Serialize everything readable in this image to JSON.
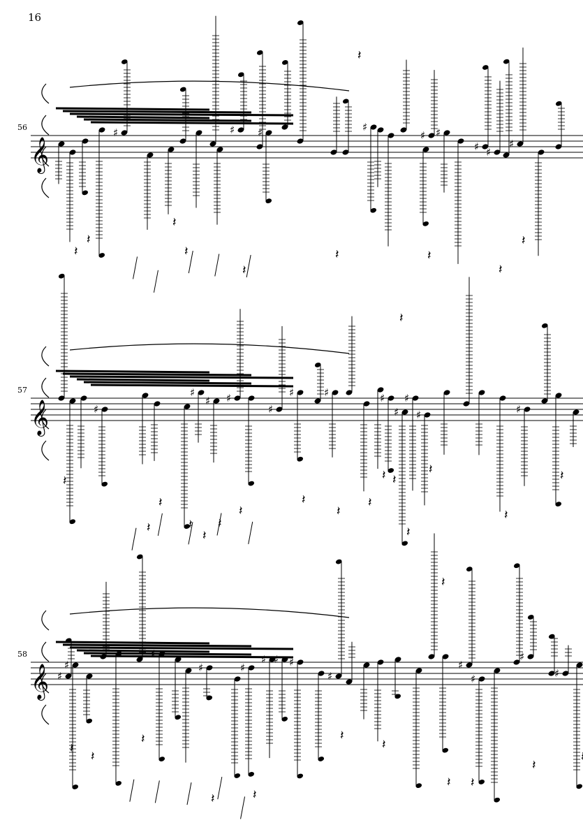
{
  "page": {
    "number": "16"
  },
  "systems": [
    {
      "measure": "56"
    },
    {
      "measure": "57"
    },
    {
      "measure": "58"
    }
  ],
  "colors": {
    "ink": "#000000",
    "paper": "#ffffff"
  }
}
